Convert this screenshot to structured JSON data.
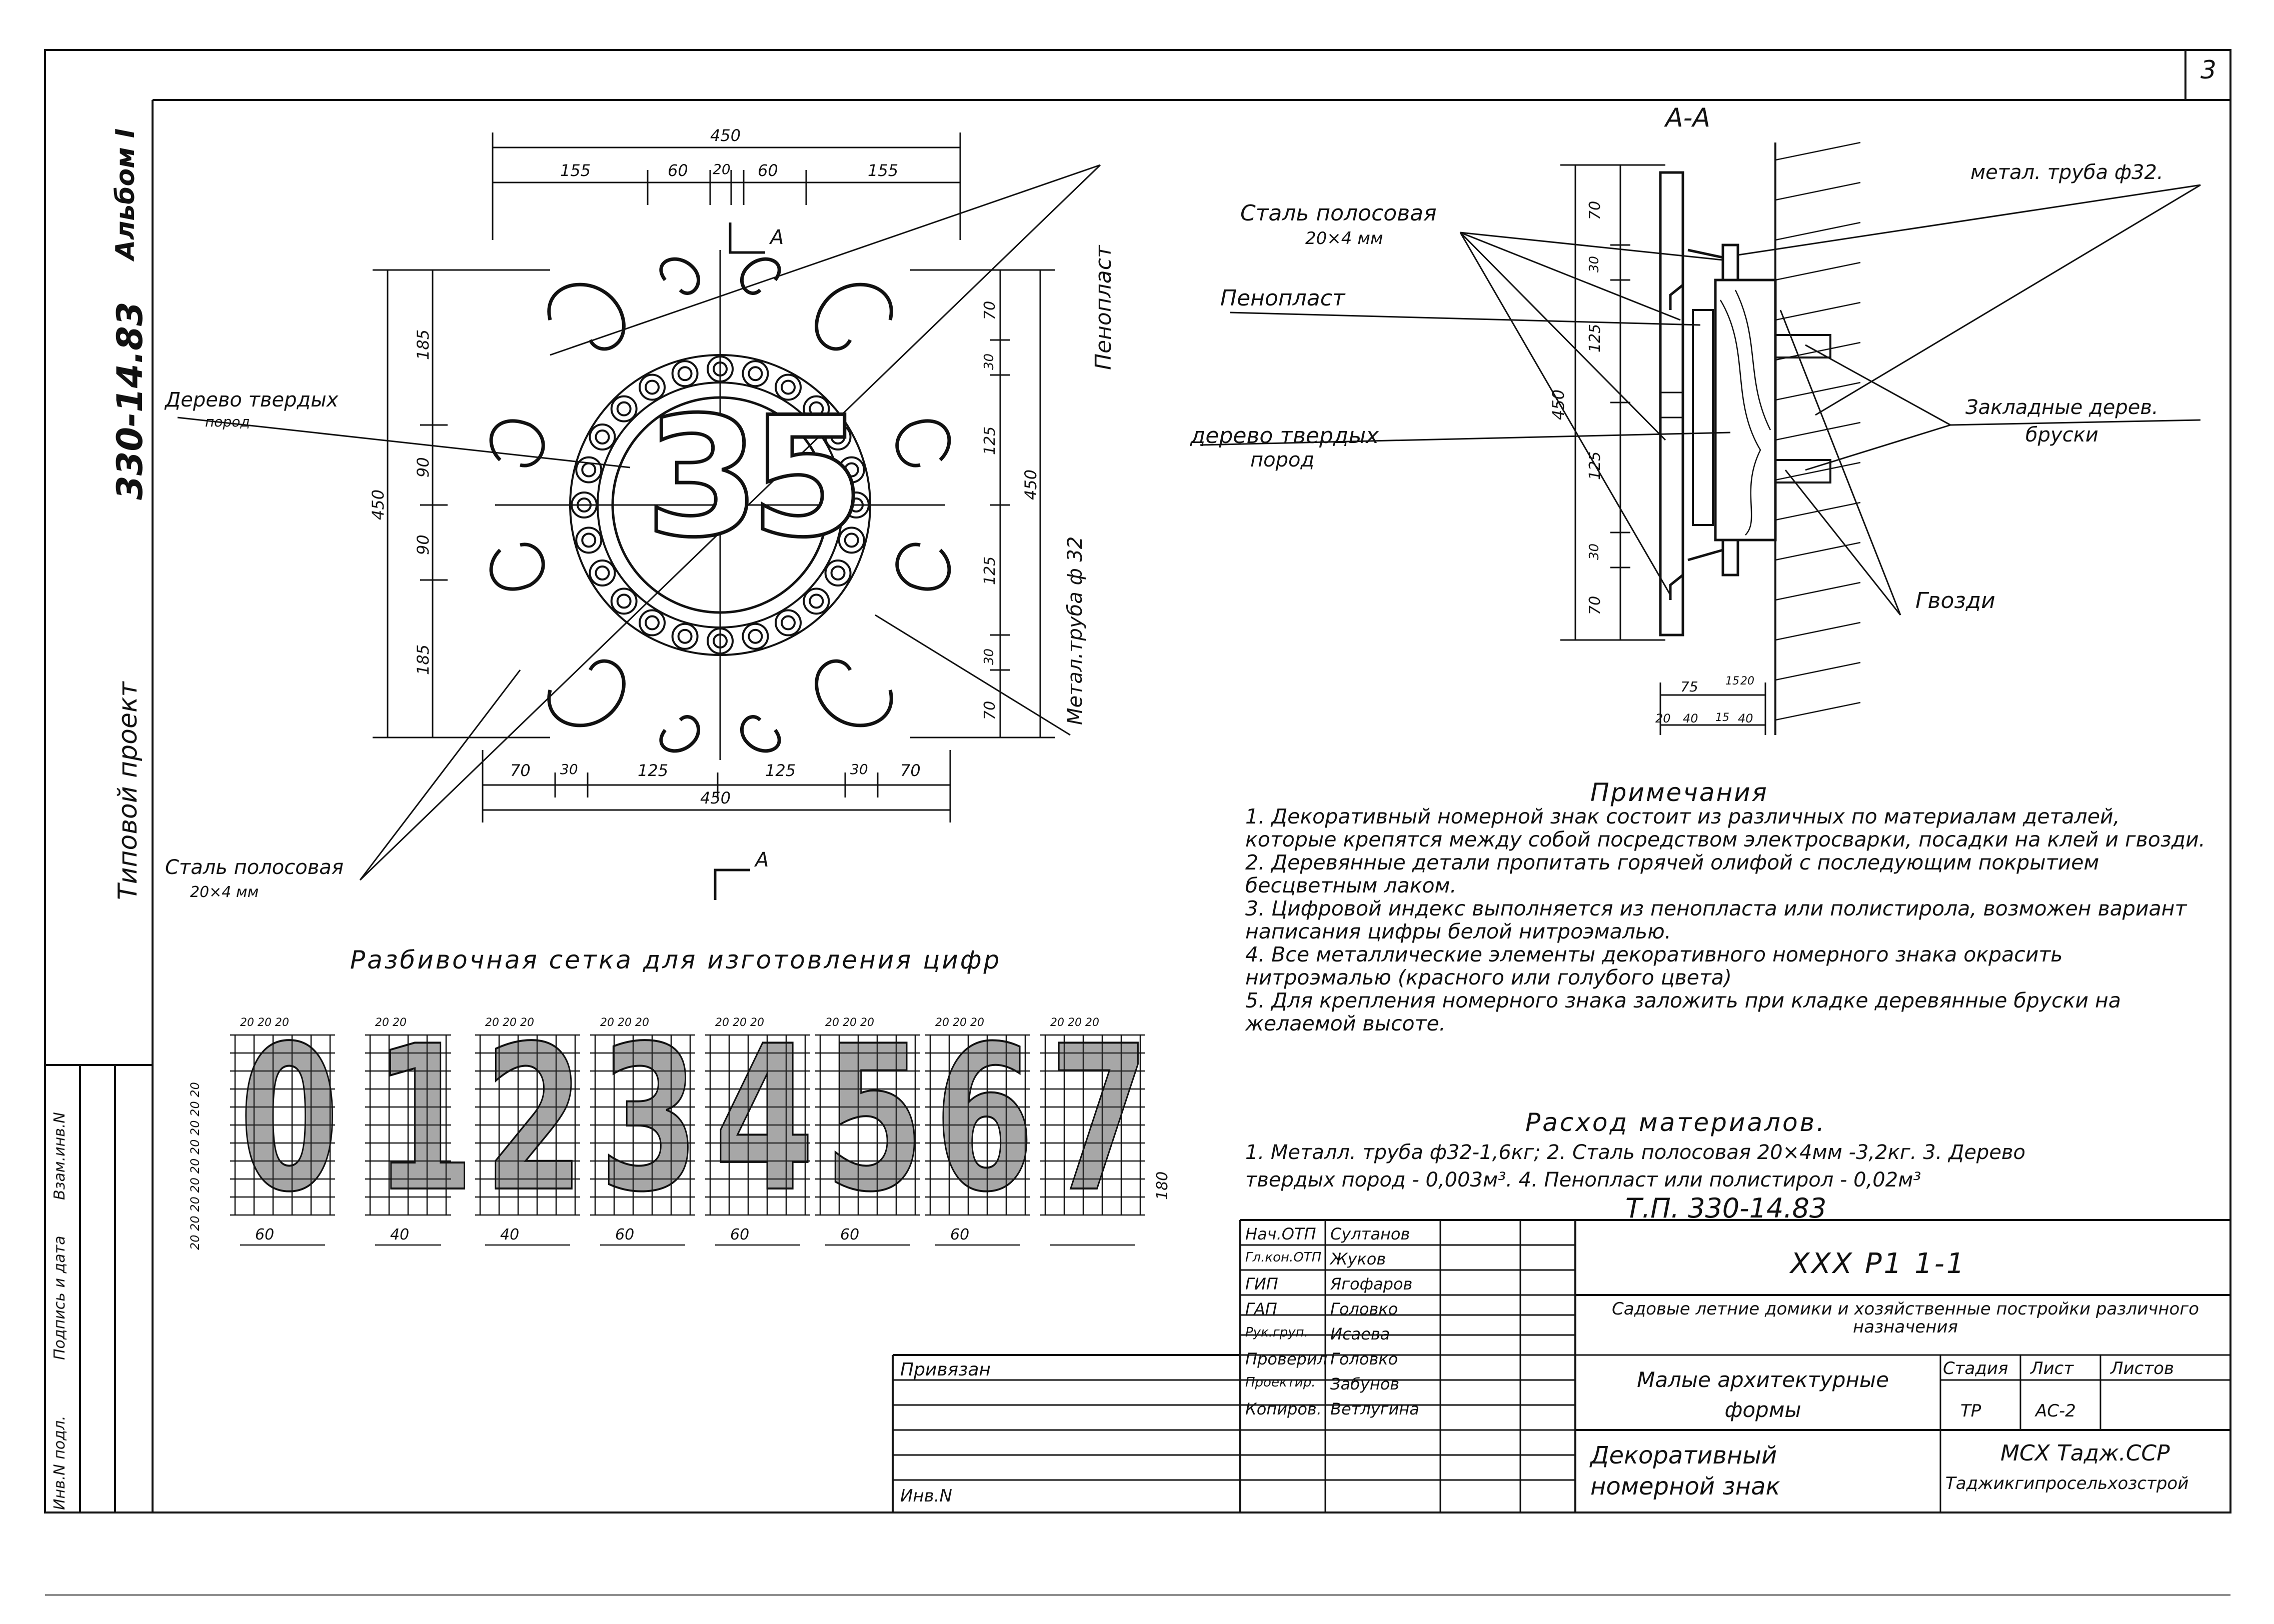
{
  "sheet_number": "3",
  "left_strip": {
    "project_label": "Типовой проект",
    "project_code": "330-14.83",
    "album": "Альбом I",
    "stamp_fields": [
      "Инв.N подл.",
      "Подпись и дата",
      "Взам.инв.N"
    ]
  },
  "front_view": {
    "section_mark": "А",
    "dims_top_total": "450",
    "dims_top": [
      "155",
      "60",
      "20",
      "60",
      "155"
    ],
    "dims_left_total": "450",
    "dims_left": [
      "185",
      "90",
      "90",
      "185"
    ],
    "dims_right_total": "450",
    "dims_right": [
      "70",
      "30",
      "125",
      "125",
      "30",
      "70"
    ],
    "dims_bottom_total": "450",
    "dims_bottom": [
      "70",
      "30",
      "125",
      "125",
      "30",
      "70"
    ],
    "house_number": "35",
    "label_wood": "Дерево твердых",
    "label_wood_2": "пород",
    "label_steel": "Сталь полосовая",
    "label_steel_2": "20×4 мм",
    "label_foam": "Пенопласт",
    "label_pipe": "Метал.труба ф 32"
  },
  "section_view": {
    "title": "А-А",
    "label_steel": "Сталь полосовая",
    "label_steel_2": "20×4 мм",
    "label_foam": "Пенопласт",
    "label_wood": "дерево твердых",
    "label_wood_2": "пород",
    "label_pipe": "метал. труба ф32.",
    "label_bars": "Закладные дерев.",
    "label_bars_2": "бруски",
    "label_nails": "Гвозди",
    "dims_vertical_total": "450",
    "dims_vertical": [
      "70",
      "30",
      "125",
      "125",
      "30",
      "70"
    ],
    "dims_bottom_top": [
      "75",
      "15",
      "20"
    ],
    "dims_bottom_low": [
      "20",
      "40",
      "15",
      "40"
    ]
  },
  "digits_grid": {
    "title": "Разбивочная сетка для изготовления цифр",
    "digits": [
      "0",
      "1",
      "2",
      "3",
      "4",
      "5",
      "6",
      "7"
    ],
    "col_headers": [
      "20 20 20",
      "20 20",
      "20 20 20",
      "20 20 20",
      "20 20 20",
      "20 20 20",
      "20 20 20",
      "20 20 20"
    ],
    "widths": [
      "60",
      "40",
      "40",
      "60",
      "60",
      "60",
      "60",
      ""
    ],
    "height": "180",
    "row_labels": "20 20 20 20 20 20 20 20 20"
  },
  "notes": {
    "title": "Примечания",
    "items": [
      "1. Декоративный номерной знак состоит из различных по материалам деталей, которые крепятся между собой посредством электросварки, посадки на клей и гвозди.",
      "2. Деревянные детали пропитать горячей олифой с последующим покрытием бесцветным лаком.",
      "3. Цифровой индекс выполняется из пенопласта или полистирола, возможен вариант написания цифры белой нитроэмалью.",
      "4. Все металлические элементы декоративного номерного знака окрасить нитроэмалью (красного или голубого цвета)",
      "5. Для крепления номерного знака заложить при кладке деревянные бруски на желаемой высоте."
    ],
    "materials_title": "Расход материалов.",
    "materials_line1": "1. Металл. труба ф32-1,6кг; 2. Сталь полосовая 20×4мм -3,2кг. 3. Дерево",
    "materials_line2": "твердых пород - 0,003м³. 4. Пенопласт или полистирол - 0,02м³",
    "tp_code": "Т.П.   330-14.83"
  },
  "title_block": {
    "doc_code": "ХХХ Р1  1-1",
    "project_title": "Садовые летние домики и хозяйственные постройки различного назначения",
    "section": "Малые архитектурные формы",
    "drawing": "Декоративный номерной знак",
    "stage_label": "Стадия",
    "sheet_label": "Лист",
    "sheets_label": "Листов",
    "stage": "ТР",
    "sheet": "АС-2",
    "org1": "МСХ Тадж.ССР",
    "org2": "Таджикгипросельхозстрой",
    "attached": "Привязан",
    "inv": "Инв.N",
    "roles": [
      "Нач.ОТП",
      "Гл.кон.ОТП",
      "ГИП",
      "ГАП",
      "Рук.груп.",
      "Проверил",
      "Проектир.",
      "Копиров."
    ],
    "names": [
      "Султанов",
      "Жуков",
      "Ягофаров",
      "Головко",
      "Исаева",
      "Головко",
      "Забунов",
      "Ветлугина"
    ]
  }
}
